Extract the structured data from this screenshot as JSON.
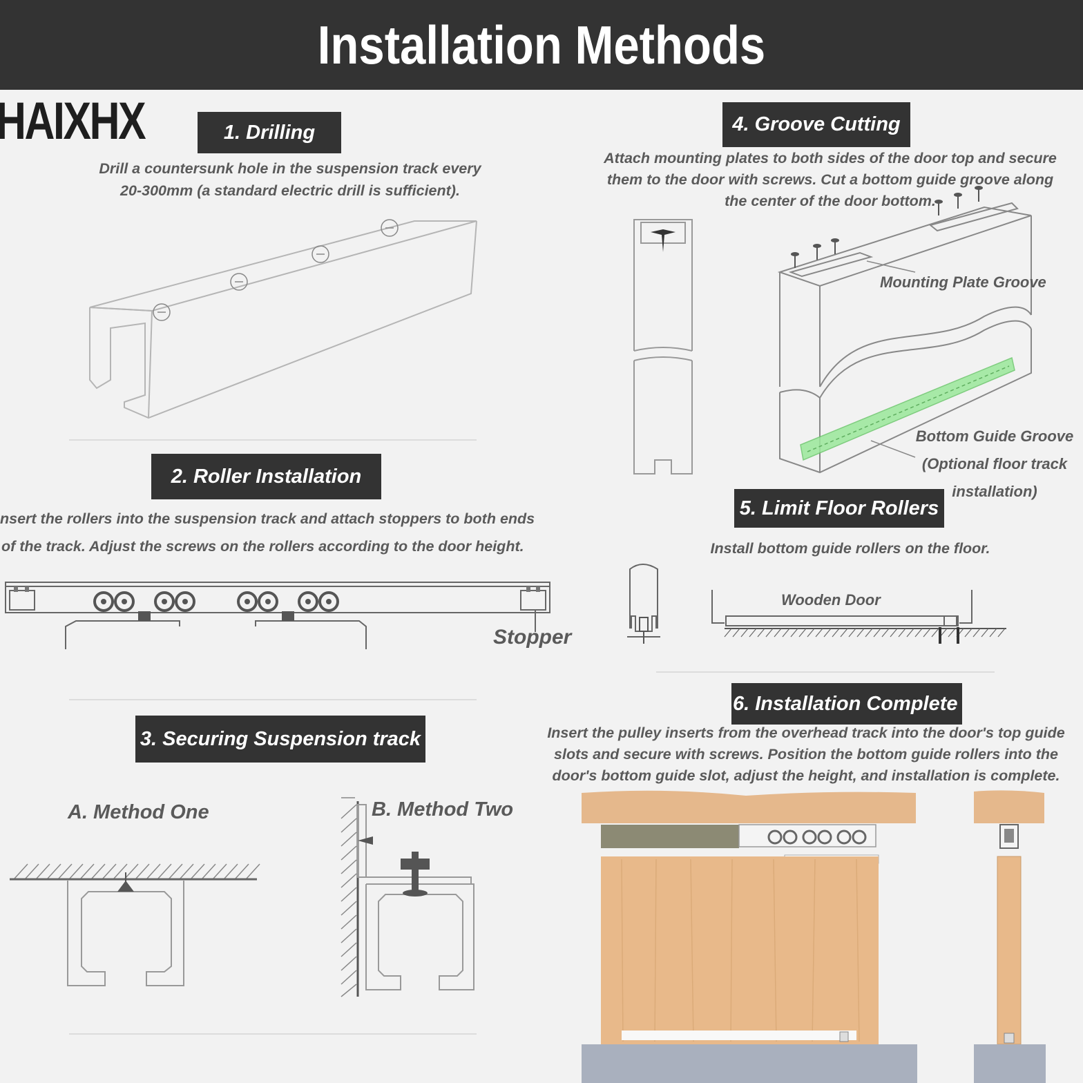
{
  "title": "Installation Methods",
  "brand": "HAIXHX",
  "steps": [
    {
      "label": "1. Drilling",
      "text": [
        "Drill a countersunk hole in the suspension track every",
        "20-300mm (a standard electric drill is sufficient)."
      ]
    },
    {
      "label": "2. Roller Installation",
      "text": [
        "nsert the rollers into the suspension track and attach stoppers to both ends",
        "of the track. Adjust the screws on the rollers according to the door height."
      ]
    },
    {
      "label": "3. Securing Suspension track",
      "method_one": "A. Method One",
      "method_two": "B. Method Two"
    },
    {
      "label": "4. Groove Cutting",
      "text": [
        "Attach mounting plates to both sides of the door top and secure",
        "them to the door with screws. Cut a bottom guide groove along",
        "the center of the door bottom."
      ]
    },
    {
      "label": "5. Limit Floor Rollers",
      "text": [
        "Install bottom guide rollers on the floor."
      ]
    },
    {
      "label": "6. Installation Complete",
      "text": [
        "Insert the pulley inserts from the overhead track into the door's top guide",
        "slots and secure with screws. Position the bottom guide rollers into the",
        "door's bottom guide slot, adjust the height, and installation is complete."
      ]
    }
  ],
  "callouts": {
    "stopper": "Stopper",
    "mounting_plate_groove": "Mounting Plate Groove",
    "bottom_guide_groove": [
      "Bottom Guide Groove",
      "(Optional floor track",
      "installation)"
    ],
    "wooden_door": "Wooden Door"
  },
  "colors": {
    "banner": "#333333",
    "wood": "#e8b98a",
    "floor": "#a9b0be",
    "groove_highlight": "#9be89b"
  }
}
